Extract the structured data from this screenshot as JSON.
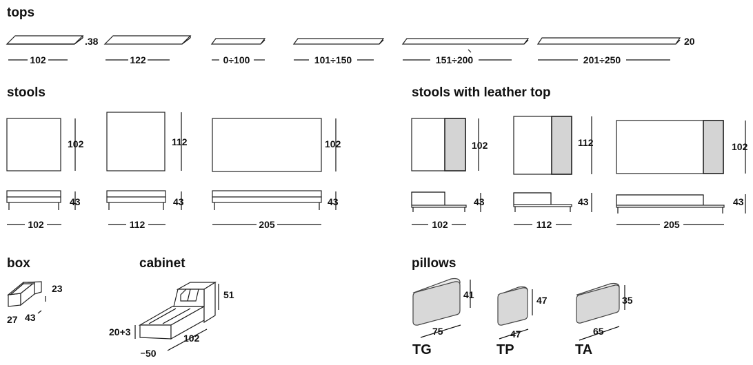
{
  "sections": {
    "tops": "tops",
    "stools": "stools",
    "stools_leather": "stools with leather top",
    "box": "box",
    "cabinet": "cabinet",
    "pillows": "pillows"
  },
  "tops": {
    "items": [
      "102",
      "122",
      "0÷100",
      "101÷150",
      "151÷200",
      "201÷250"
    ],
    "thickness_small": ".38",
    "thickness_large": "20"
  },
  "stools": {
    "plan_depths": [
      "102",
      "112",
      "102"
    ],
    "heights": [
      "43",
      "43",
      "43"
    ],
    "widths": [
      "102",
      "112",
      "205"
    ]
  },
  "stools_leather": {
    "plan_depths": [
      "102",
      "112",
      "102"
    ],
    "heights": [
      "43",
      "43",
      "43"
    ],
    "widths": [
      "102",
      "112",
      "205"
    ]
  },
  "box": {
    "height": "23",
    "width": "27",
    "length": "43"
  },
  "cabinet": {
    "height": "51",
    "base": "20+3",
    "length": "102",
    "depth": "50"
  },
  "pillows": [
    {
      "code": "TG",
      "width": "75",
      "height": "41"
    },
    {
      "code": "TP",
      "width": "47",
      "height": "47"
    },
    {
      "code": "TA",
      "width": "65",
      "height": "35"
    }
  ],
  "colors": {
    "leather": "#d4d4d4",
    "pillow": "#d8d8d8",
    "line": "#111111"
  }
}
